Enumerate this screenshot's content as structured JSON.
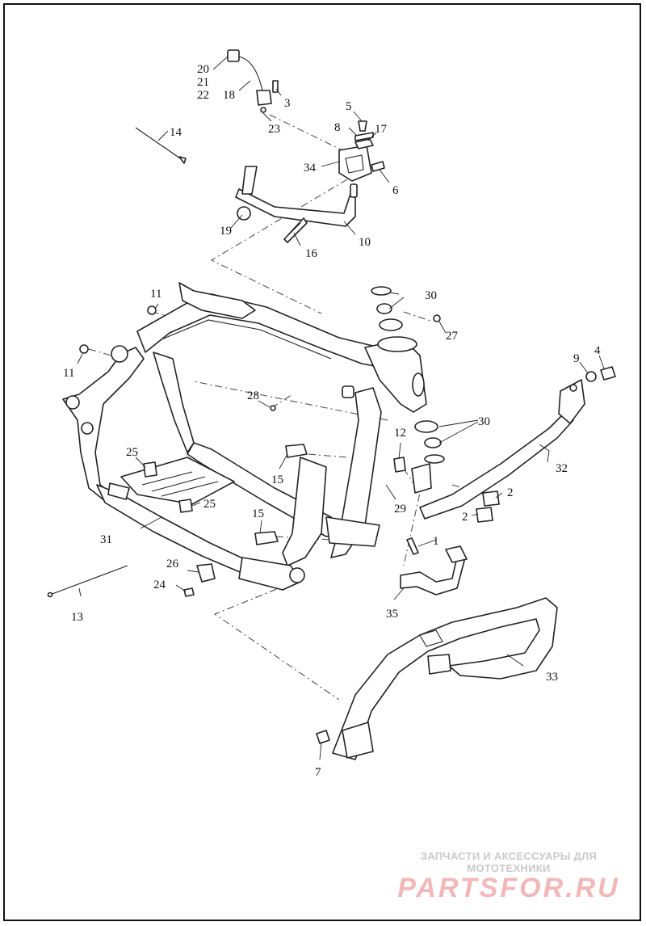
{
  "callouts": {
    "c1": "1",
    "c2a": "2",
    "c2b": "2",
    "c3": "3",
    "c4": "4",
    "c5": "5",
    "c6": "6",
    "c7": "7",
    "c8": "8",
    "c9": "9",
    "c10": "10",
    "c11a": "11",
    "c11b": "11",
    "c12": "12",
    "c13": "13",
    "c14": "14",
    "c15a": "15",
    "c15b": "15",
    "c16": "16",
    "c17": "17",
    "c18": "18",
    "c19": "19",
    "c20": "20",
    "c21": "21",
    "c22": "22",
    "c23": "23",
    "c24": "24",
    "c25a": "25",
    "c25b": "25",
    "c26": "26",
    "c27": "27",
    "c28": "28",
    "c29": "29",
    "c30a": "30",
    "c30b": "30",
    "c31": "31",
    "c32": "32",
    "c33": "33",
    "c34": "34",
    "c35": "35"
  },
  "watermark": {
    "tagline": "ЗАПЧАСТИ И АКСЕССУАРЫ ДЛЯ МОТОТЕХНИКИ",
    "logo": "PARTSFOR.RU"
  }
}
